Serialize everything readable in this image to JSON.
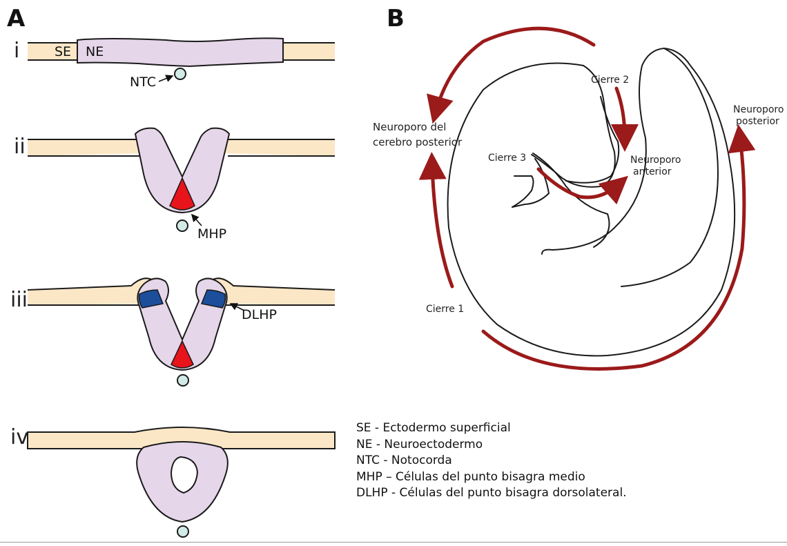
{
  "panels": {
    "a_label": "A",
    "b_label": "B"
  },
  "stages": [
    {
      "numeral": "i"
    },
    {
      "numeral": "ii"
    },
    {
      "numeral": "iii"
    },
    {
      "numeral": "iv"
    }
  ],
  "panel_a_labels": {
    "se": "SE",
    "ne": "NE",
    "ntc": "NTC",
    "mhp": "MHP",
    "dlhp": "DLHP"
  },
  "panel_b_labels": {
    "cierre_1": "Cierre 1",
    "cierre_2": "Cierre 2",
    "cierre_3": "Cierre 3",
    "neuroporo_cerebro_line1": "Neuroporo del",
    "neuroporo_cerebro_line2": "cerebro posterior",
    "neuroporo_anterior_line1": "Neuroporo",
    "neuroporo_anterior_line2": "anterior",
    "neuroporo_posterior_line1": "Neuroporo",
    "neuroporo_posterior_line2": "posterior"
  },
  "legend": [
    "SE - Ectodermo superficial",
    "NE - Neuroectodermo",
    "NTC - Notocorda",
    "MHP – Células del punto bisagra medio",
    "DLHP - Células del punto bisagra dorsolateral."
  ],
  "colors": {
    "ectoderm": "#fbe7c6",
    "neuroectoderm": "#e6d6ea",
    "notochord": "#d3ebe6",
    "mhp": "#e8141b",
    "dlhp": "#1c4e9c",
    "arrow": "#9b1a1a",
    "outline": "#1a1a1a"
  }
}
